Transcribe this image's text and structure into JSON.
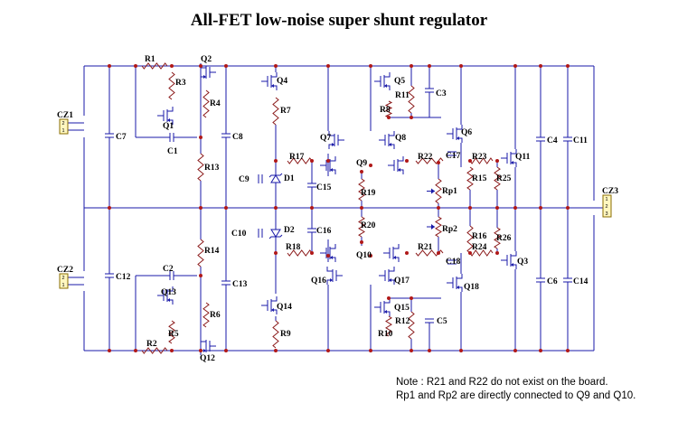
{
  "title": "All-FET low-noise super shunt regulator",
  "notes": [
    "Note : R21 and R22 do not exist on the board.",
    "Rp1 and Rp2 are directly connected to Q9 and Q10."
  ],
  "connectors": [
    {
      "ref": "CZ1",
      "pins": [
        "2",
        "1"
      ]
    },
    {
      "ref": "CZ2",
      "pins": [
        "2",
        "1"
      ]
    },
    {
      "ref": "CZ3",
      "pins": [
        "1",
        "2",
        "3"
      ]
    }
  ],
  "component_labels": {
    "resistors": [
      "R1",
      "R2",
      "R3",
      "R4",
      "R5",
      "R6",
      "R7",
      "R8",
      "R9",
      "R10",
      "R11",
      "R12",
      "R13",
      "R14",
      "R15",
      "R16",
      "R17",
      "R18",
      "R19",
      "R20",
      "R21",
      "R22",
      "R23",
      "R24",
      "R25",
      "R26"
    ],
    "capacitors": [
      "C1",
      "C2",
      "C3",
      "C4",
      "C5",
      "C6",
      "C7",
      "C8",
      "C9",
      "C10",
      "C11",
      "C12",
      "C13",
      "C14",
      "C15",
      "C16",
      "C17",
      "C18"
    ],
    "transistors": [
      "Q1",
      "Q2",
      "Q3",
      "Q4",
      "Q5",
      "Q6",
      "Q7",
      "Q8",
      "Q9",
      "Q10",
      "Q11",
      "Q12",
      "Q13",
      "Q14",
      "Q15",
      "Q16",
      "Q17",
      "Q18"
    ],
    "diodes": [
      "D1",
      "D2"
    ],
    "potentiometers": [
      "Rp1",
      "Rp2"
    ]
  },
  "colors": {
    "wire": "#1a1aa8",
    "resistor": "#8b1a1a",
    "junction": "#b01818",
    "connector_fill": "#fff7c0"
  }
}
